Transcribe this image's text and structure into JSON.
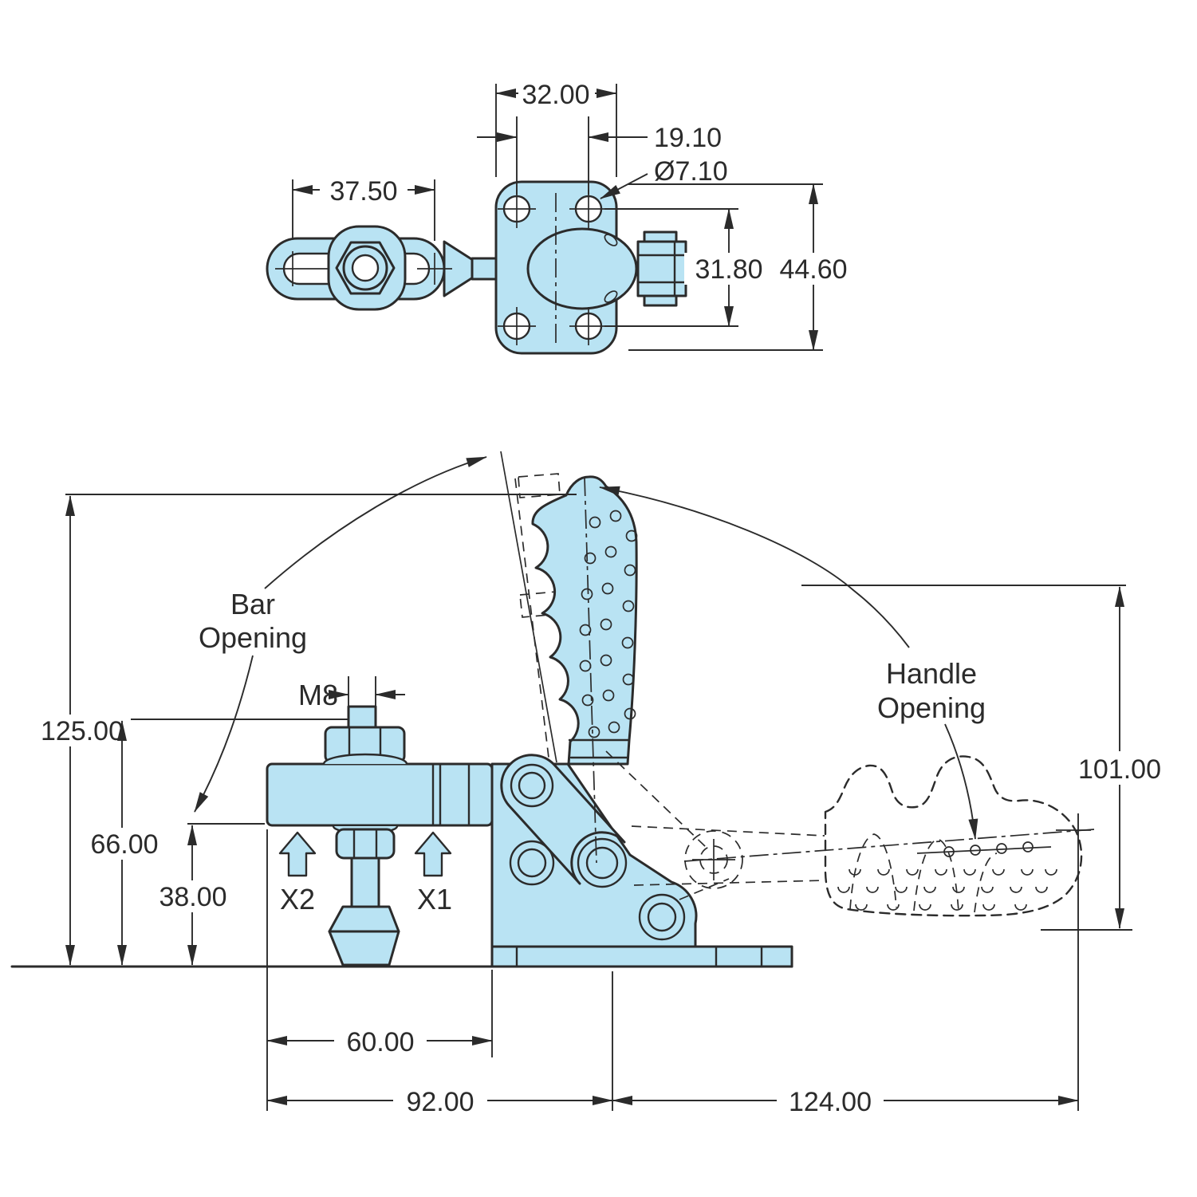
{
  "drawing": {
    "background": "#ffffff",
    "part_fill": "#b9e3f3",
    "line_color": "#2b2b2b",
    "top_view": {
      "plate_width": "32.00",
      "hole_spacing": "19.10",
      "hole_diameter": "Ø7.10",
      "bar_slot_length": "37.50",
      "hole_row_spacing": "31.80",
      "plate_height": "44.60"
    },
    "front_view": {
      "bar_opening_label_line1": "Bar",
      "bar_opening_label_line2": "Opening",
      "handle_opening_label_line1": "Handle",
      "handle_opening_label_line2": "Opening",
      "spindle_thread": "M8",
      "overall_height": "125.00",
      "bar_top_height": "66.00",
      "bar_bottom_height": "38.00",
      "spindle_offset": "60.00",
      "body_length": "92.00",
      "handle_reach": "124.00",
      "handle_opening_height": "101.00",
      "force_point_1": "X1",
      "force_point_2": "X2"
    }
  }
}
